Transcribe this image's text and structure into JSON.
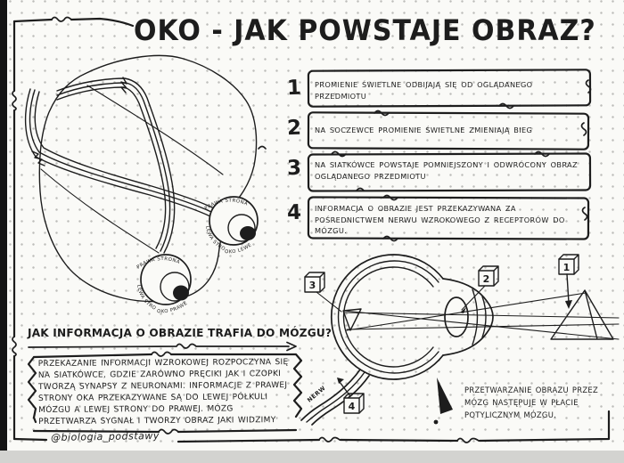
{
  "page": {
    "title": "OKO - JAK POWSTAJE OBRAZ?",
    "signature": "@biologia_podstawy"
  },
  "steps": [
    {
      "number": "1",
      "text": "PROMIENIE ŚWIETLNE ODBIJAJĄ SIĘ OD OGLĄDANEGO PRZEDMIOTU"
    },
    {
      "number": "2",
      "text": "NA SOCZEWCE PROMIENIE ŚWIETLNE ZMIENIAJĄ BIEG"
    },
    {
      "number": "3",
      "text": "NA SIATKÓWCE POWSTAJE POMNIEJSZONY I ODWRÓCONY OBRAZ OGLĄDANEGO PRZEDMIOTU"
    },
    {
      "number": "4",
      "text": "INFORMACJA O OBRAZIE JEST PRZEKAZYWANA ZA POŚREDNICTWEM NERWU WZROKOWEGO Z RECEPTORÓW DO MÓZGU."
    }
  ],
  "brain_map": {
    "label_right_side": "PRAWA STRONA",
    "label_left_side": "LEWA STRONA",
    "label_left_eye": "OKO LEWE",
    "label_right_eye": "OKO PRAWE"
  },
  "how_info": {
    "heading": "JAK INFORMACJA O OBRAZIE TRAFIA DO MÓZGU?",
    "paragraph": "PRZEKAZANIE INFORMACJI WZROKOWEJ ROZPOCZYNA SIĘ NA SIATKÓWCE, GDZIE ZARÓWNO PRĘCIKI JAK I CZOPKI TWORZĄ SYNAPSY Z NEURONAMI. INFORMACJE Z PRAWEJ STRONY OKA PRZEKAZYWANE SĄ DO LEWEJ PÓŁKULI MÓZGU A LEWEJ STRONY DO PRAWEJ. MÓZG PRZETWARZA SYGNAŁ I TWORZY OBRAZ JAKI WIDZIMY"
  },
  "eye_diagram": {
    "nerve_label": "NERW",
    "markers": [
      "1",
      "2",
      "3",
      "4"
    ],
    "note": "PRZETWARZANIE OBRAZU PRZEZ MÓZG NASTĘPUJE W PŁACIE POTYLICZNYM MÓZGU."
  },
  "colors": {
    "ink": "#1d1d1d",
    "paper": "#fafaf7",
    "dots": "#bdbdba"
  }
}
